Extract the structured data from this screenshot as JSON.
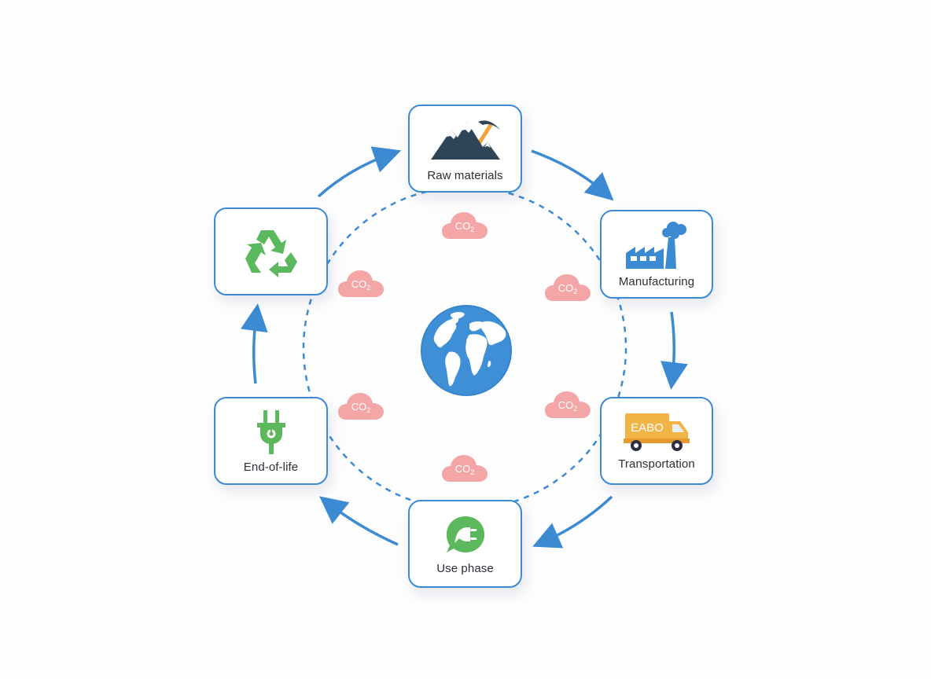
{
  "diagram": {
    "type": "product-lifecycle-cycle",
    "center": {
      "icon": "globe-icon"
    },
    "stages": [
      {
        "id": "raw-materials",
        "label": "Raw materials",
        "icon": "mountain-pickaxe-icon"
      },
      {
        "id": "manufacturing",
        "label": "Manufacturing",
        "icon": "factory-icon"
      },
      {
        "id": "transportation",
        "label": "Transportation",
        "icon": "truck-icon",
        "truck_text": "EABO"
      },
      {
        "id": "use-phase",
        "label": "Use phase",
        "icon": "plug-chat-bubble-icon"
      },
      {
        "id": "end-of-life",
        "label": "End-of-life",
        "icon": "plug-icon"
      },
      {
        "id": "recycling",
        "label": "",
        "icon": "recycle-icon"
      }
    ],
    "flow": [
      "Raw materials",
      "Manufacturing",
      "Transportation",
      "Use phase",
      "End-of-life",
      "Recycling",
      "Raw materials"
    ],
    "emissions": [
      {
        "text": "CO",
        "sub": "2"
      },
      {
        "text": "CO",
        "sub": "2"
      },
      {
        "text": "CO",
        "sub": "2"
      },
      {
        "text": "CO",
        "sub": "2"
      },
      {
        "text": "CO",
        "sub": "2"
      },
      {
        "text": "CO",
        "sub": "2"
      }
    ],
    "colors": {
      "accent_blue": "#3b8ad2",
      "green": "#5cb85c",
      "co2_cloud": "#f4a6a6",
      "truck": "#f2b347",
      "mountain": "#2f4456"
    }
  }
}
